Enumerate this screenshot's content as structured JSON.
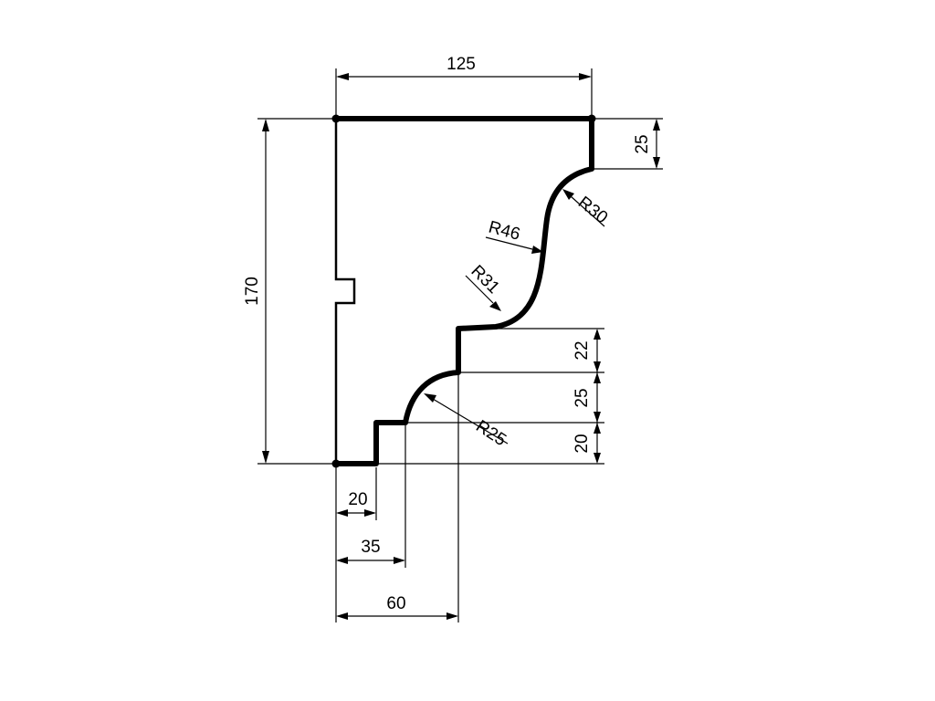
{
  "dimensions": {
    "width_total": "125",
    "height_total": "170",
    "top_step": "25",
    "step_22": "22",
    "step_25": "25",
    "step_20": "20",
    "bottom_20": "20",
    "bottom_35": "35",
    "bottom_60": "60"
  },
  "radii": {
    "r46": "R46",
    "r30": "R30",
    "r31": "R31",
    "r25": "R25"
  },
  "colors": {
    "line": "#000000",
    "background": "#ffffff"
  }
}
